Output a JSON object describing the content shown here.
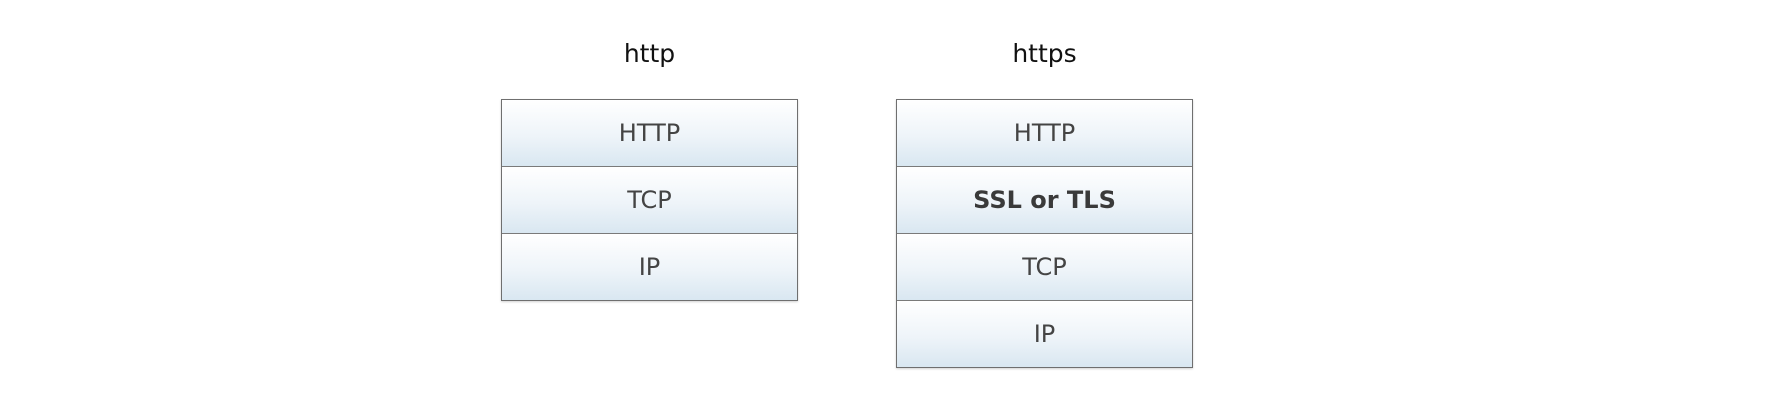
{
  "diagram": {
    "stacks": [
      {
        "title": "http",
        "layers": [
          {
            "label": "HTTP",
            "emphasis": false
          },
          {
            "label": "TCP",
            "emphasis": false
          },
          {
            "label": "IP",
            "emphasis": false
          }
        ]
      },
      {
        "title": "https",
        "layers": [
          {
            "label": "HTTP",
            "emphasis": false
          },
          {
            "label": "SSL or TLS",
            "emphasis": true
          },
          {
            "label": "TCP",
            "emphasis": false
          },
          {
            "label": "IP",
            "emphasis": false
          }
        ]
      }
    ]
  },
  "colors": {
    "layer_top": "#ffffff",
    "layer_bottom": "#d9e7f1",
    "border": "#6f6f6f",
    "text": "#444444"
  }
}
